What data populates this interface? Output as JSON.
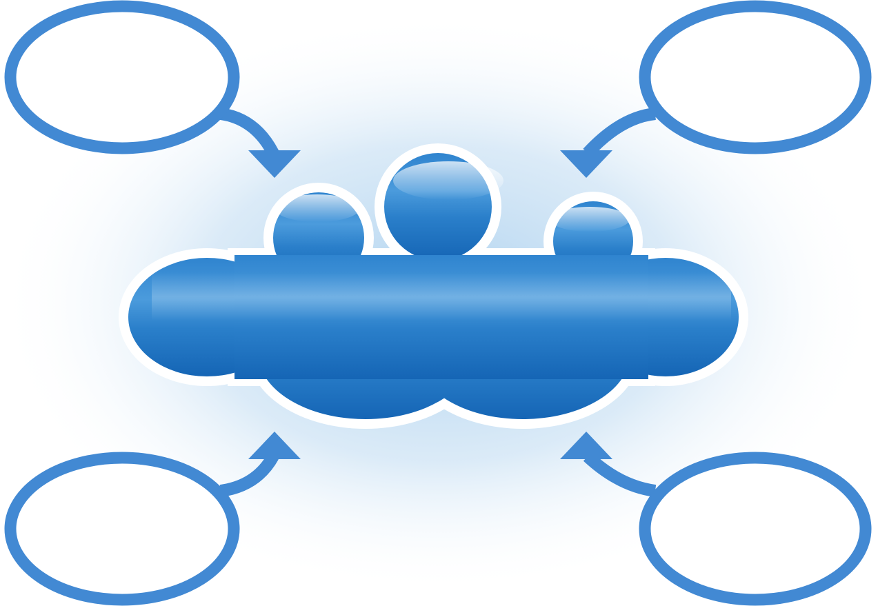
{
  "colors": {
    "accent": "#4289d3",
    "cloud_dark": "#1f72c0",
    "cloud_light": "#5aa9e2",
    "glow": "#b9d8ef",
    "background": "#ffffff"
  },
  "icons": [
    "cloud-icon",
    "curved-arrow-icon"
  ],
  "center": {
    "label": ""
  },
  "nodes": [
    {
      "id": "top-left",
      "label": ""
    },
    {
      "id": "top-right",
      "label": ""
    },
    {
      "id": "bottom-left",
      "label": ""
    },
    {
      "id": "bottom-right",
      "label": ""
    }
  ]
}
